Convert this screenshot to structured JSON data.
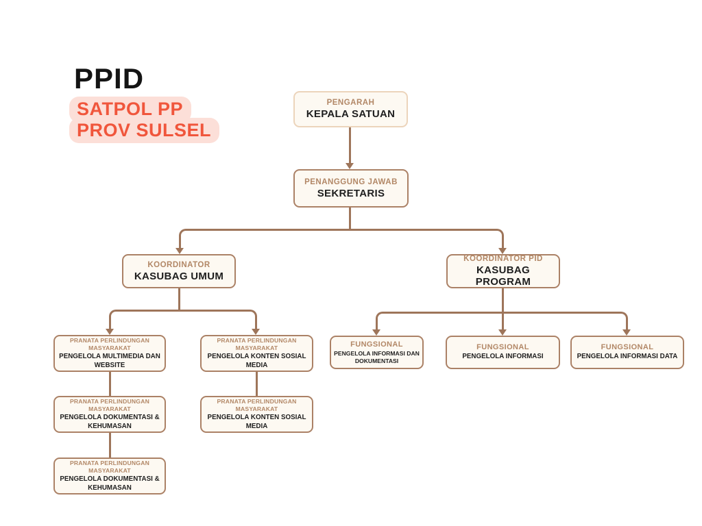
{
  "header": {
    "title": "PPID",
    "subtitle_line1": "SATPOL PP",
    "subtitle_line2": "PROV SULSEL"
  },
  "colors": {
    "accent": "#f0563c",
    "accent-bg": "#fcdfd8",
    "box-bg": "#fdf9f2",
    "box-border": "#ab8166",
    "box-border-light": "#ecd4bb",
    "line": "#9e755a",
    "role-text": "#b28766",
    "name-text": "#1e1e1e"
  },
  "org": {
    "nodes": [
      {
        "id": "pengarah",
        "role": "PENGARAH",
        "name": "KEPALA SATUAN"
      },
      {
        "id": "penanggung-jawab",
        "role": "PENANGGUNG JAWAB",
        "name": "SEKRETARIS"
      },
      {
        "id": "koordinator",
        "role": "KOORDINATOR",
        "name": "KASUBAG UMUM"
      },
      {
        "id": "koordinator-pid",
        "role": "KOORDINATOR PID",
        "name": "KASUBAG PROGRAM"
      },
      {
        "id": "pranata-multimedia-website",
        "role": "PRANATA PERLINDUNGAN MASYARAKAT",
        "name": "PENGELOLA MULTIMEDIA DAN WEBSITE"
      },
      {
        "id": "pranata-konten-sosial-media-1",
        "role": "PRANATA PERLINDUNGAN MASYARAKAT",
        "name": "PENGELOLA KONTEN SOSIAL MEDIA"
      },
      {
        "id": "pranata-dokumentasi-kehumasan-1",
        "role": "PRANATA PERLINDUNGAN MASYARAKAT",
        "name": "PENGELOLA DOKUMENTASI & KEHUMASAN"
      },
      {
        "id": "pranata-konten-sosial-media-2",
        "role": "PRANATA PERLINDUNGAN MASYARAKAT",
        "name": "PENGELOLA KONTEN SOSIAL MEDIA"
      },
      {
        "id": "pranata-dokumentasi-kehumasan-2",
        "role": "PRANATA PERLINDUNGAN MASYARAKAT",
        "name": "PENGELOLA DOKUMENTASI & KEHUMASAN"
      },
      {
        "id": "fungsional-informasi-dokumentasi",
        "role": "FUNGSIONAL",
        "name": "PENGELOLA INFORMASI DAN DOKUMENTASI"
      },
      {
        "id": "fungsional-informasi",
        "role": "FUNGSIONAL",
        "name": "PENGELOLA INFORMASI"
      },
      {
        "id": "fungsional-informasi-data",
        "role": "FUNGSIONAL",
        "name": "PENGELOLA INFORMASI DATA"
      }
    ],
    "edges": [
      {
        "from": "pengarah",
        "to": "penanggung-jawab"
      },
      {
        "from": "penanggung-jawab",
        "to": "koordinator"
      },
      {
        "from": "penanggung-jawab",
        "to": "koordinator-pid"
      },
      {
        "from": "koordinator",
        "to": "pranata-multimedia-website"
      },
      {
        "from": "koordinator",
        "to": "pranata-konten-sosial-media-1"
      },
      {
        "from": "pranata-multimedia-website",
        "to": "pranata-dokumentasi-kehumasan-1"
      },
      {
        "from": "pranata-konten-sosial-media-1",
        "to": "pranata-konten-sosial-media-2"
      },
      {
        "from": "pranata-dokumentasi-kehumasan-1",
        "to": "pranata-dokumentasi-kehumasan-2"
      },
      {
        "from": "koordinator-pid",
        "to": "fungsional-informasi-dokumentasi"
      },
      {
        "from": "koordinator-pid",
        "to": "fungsional-informasi"
      },
      {
        "from": "koordinator-pid",
        "to": "fungsional-informasi-data"
      }
    ]
  }
}
